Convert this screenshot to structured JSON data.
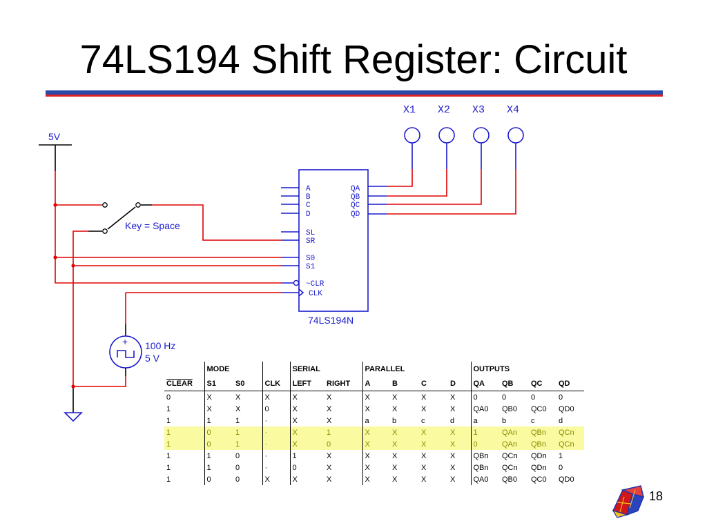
{
  "title": "74LS194 Shift Register: Circuit",
  "page_number": "18",
  "circuit": {
    "supply_label": "5V",
    "switch_label": "Key = Space",
    "chip_name": "74LS194N",
    "source_frequency": "100 Hz",
    "source_voltage": "5 V",
    "source_plus": "+",
    "probe_labels": [
      "X1",
      "X2",
      "X3",
      "X4"
    ],
    "pins_left": [
      "A",
      "B",
      "C",
      "D",
      "SL",
      "SR",
      "S0",
      "S1",
      "~CLR",
      "CLK"
    ],
    "pins_right": [
      "QA",
      "QB",
      "QC",
      "QD"
    ]
  },
  "truth_table": {
    "group_headers": {
      "mode": "MODE",
      "serial": "SERIAL",
      "parallel": "PARALLEL",
      "outputs": "OUTPUTS"
    },
    "columns": [
      "CLEAR",
      "S1",
      "S0",
      "CLK",
      "LEFT",
      "RIGHT",
      "A",
      "B",
      "C",
      "D",
      "QA",
      "QB",
      "QC",
      "QD"
    ],
    "rows": [
      [
        "0",
        "X",
        "X",
        "X",
        "X",
        "X",
        "X",
        "X",
        "X",
        "X",
        "0",
        "0",
        "0",
        "0"
      ],
      [
        "1",
        "X",
        "X",
        "0",
        "X",
        "X",
        "X",
        "X",
        "X",
        "X",
        "QA0",
        "QB0",
        "QC0",
        "QD0"
      ],
      [
        "1",
        "1",
        "1",
        "·",
        "X",
        "X",
        "a",
        "b",
        "c",
        "d",
        "a",
        "b",
        "c",
        "d"
      ],
      [
        "1",
        "0",
        "1",
        "·",
        "X",
        "1",
        "X",
        "X",
        "X",
        "X",
        "1",
        "QAn",
        "QBn",
        "QCn"
      ],
      [
        "1",
        "0",
        "1",
        "·",
        "X",
        "0",
        "X",
        "X",
        "X",
        "X",
        "0",
        "QAn",
        "QBn",
        "QCn"
      ],
      [
        "1",
        "1",
        "0",
        "·",
        "1",
        "X",
        "X",
        "X",
        "X",
        "X",
        "QBn",
        "QCn",
        "QDn",
        "1"
      ],
      [
        "1",
        "1",
        "0",
        "·",
        "0",
        "X",
        "X",
        "X",
        "X",
        "X",
        "QBn",
        "QCn",
        "QDn",
        "0"
      ],
      [
        "1",
        "0",
        "0",
        "X",
        "X",
        "X",
        "X",
        "X",
        "X",
        "X",
        "QA0",
        "QB0",
        "QC0",
        "QD0"
      ]
    ],
    "highlight_color": "#fafaa0"
  },
  "colors": {
    "wire_red": "#e00000",
    "wire_blue": "#1a1acc",
    "title_rule_blue": "#2b4aa8",
    "title_rule_red": "#e02020"
  }
}
